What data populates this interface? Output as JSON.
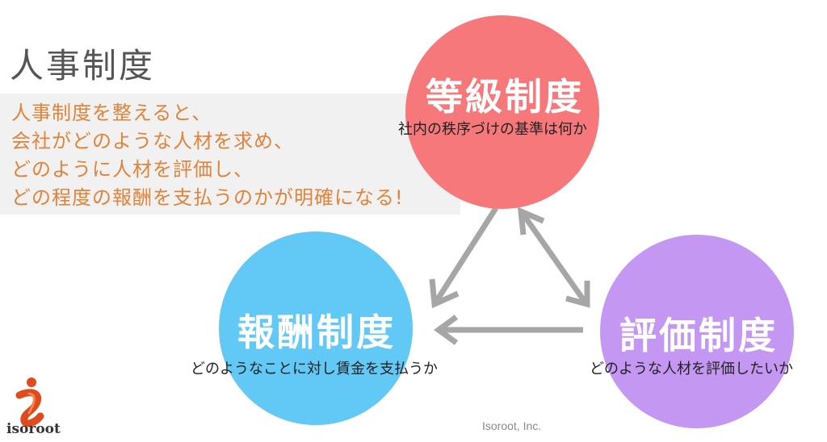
{
  "title": "人事制度",
  "summary": {
    "line1": "人事制度を整えると、",
    "line2": "会社がどのような人材を求め、",
    "line3": "どのように人材を評価し、",
    "line4": "どの程度の報酬を支払うのかが明確になる!"
  },
  "nodes": {
    "grade": {
      "title": "等級制度",
      "subtitle": "社内の秩序づけの基準は何か",
      "color": "#f6787a"
    },
    "reward": {
      "title": "報酬制度",
      "subtitle": "どのようなことに対し賃金を支払うか",
      "color": "#62c8f5"
    },
    "evaluation": {
      "title": "評価制度",
      "subtitle": "どのような人材を評価したいか",
      "color": "#c497f3"
    }
  },
  "arrow_color": "#a6a6a6",
  "logo": {
    "text": "isoroot",
    "color": "#e04a1f"
  },
  "footer": "Isoroot, Inc."
}
